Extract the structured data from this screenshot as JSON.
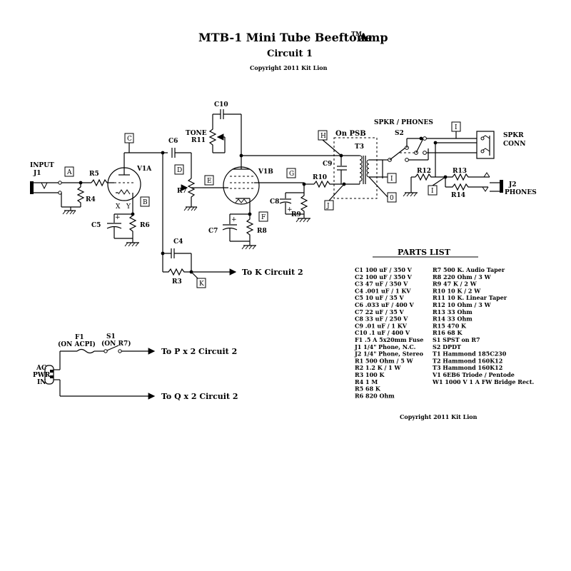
{
  "header": {
    "title": "MTB-1 Mini Tube Beeftone",
    "tm": "TM",
    "title_suffix": "Amp",
    "subtitle": "Circuit 1",
    "copyright": "Copyright 2011 Kit Lion"
  },
  "labels": {
    "input": "INPUT",
    "j1": "J1",
    "r5": "R5",
    "r4": "R4",
    "v1a": "V1A",
    "x": "X",
    "y": "Y",
    "c5": "C5",
    "r6": "R6",
    "c6": "C6",
    "tone": "TONE",
    "r11": "R11",
    "c10": "C10",
    "r7": "R7",
    "v1b": "V1B",
    "c7": "C7",
    "r8": "R8",
    "c8": "C8",
    "r9": "R9",
    "r10": "R10",
    "c9": "C9",
    "on_psb": "On PSB",
    "t3": "T3",
    "spkr_phones": "SPKR / PHONES",
    "s2": "S2",
    "spkr": "SPKR",
    "conn": "CONN",
    "r12": "R12",
    "r13": "R13",
    "r14": "R14",
    "j2": "J2",
    "phones": "PHONES",
    "c4": "C4",
    "r3": "R3",
    "to_k": "To K Circuit 2",
    "f1": "F1",
    "on_acpi": "(ON ACPI)",
    "s1": "S1",
    "on_r7": "(ON R7)",
    "ac": "AC",
    "pwr": "PWR",
    "in": "IN",
    "to_p": "To P x 2 Circuit 2",
    "to_q": "To Q x 2 Circuit 2",
    "plus": "+"
  },
  "test_points": {
    "a": "A",
    "b": "B",
    "c": "C",
    "d": "D",
    "e": "E",
    "f": "F",
    "g": "G",
    "h": "H",
    "i1": "I",
    "i2": "I",
    "i3": "I",
    "j": "J",
    "k": "K",
    "zero": "0"
  },
  "parts_list": {
    "title": "PARTS  LIST",
    "col1": [
      "C1 100 uF / 350 V",
      "C2 100 uF / 350 V",
      "C3 47 uF / 350 V",
      "C4 .001 uF / 1 KV",
      "C5 10 uF / 35 V",
      "C6 .033 uF / 400 V",
      "C7 22 uF / 35 V",
      "C8 33 uF / 250 V",
      "C9 .01 uF / 1 KV",
      "C10 .1 uF / 400 V",
      "F1 .5 A  5x20mm Fuse",
      "J1 1/4\" Phone,  N.C.",
      "J2 1/4\" Phone, Stereo",
      "R1 500 Ohm / 5 W",
      "R2 1.2 K / 1 W",
      "R3 100 K",
      "R4 1 M",
      "R5 68 K",
      "R6 820 Ohm"
    ],
    "col2": [
      "R7 500 K. Audio Taper",
      "R8 220 Ohm / 3 W",
      "R9 47 K / 2 W",
      "R10 10 K / 2 W",
      "R11 10 K. Linear Taper",
      "R12 10 Ohm / 3 W",
      "R13 33 Ohm",
      "R14 33 Ohm",
      "R15 470 K",
      "R16 68 K",
      "S1 SPST on R7",
      "S2 DPDT",
      "T1 Hammond 185C230",
      "T2 Hammond 160K12",
      "T3 Hammond 160K12",
      "V1 6EB6 Triode / Pentode",
      "W1 1000 V 1 A FW Bridge Rect."
    ],
    "copyright": "Copyright 2011 Kit Lion"
  }
}
